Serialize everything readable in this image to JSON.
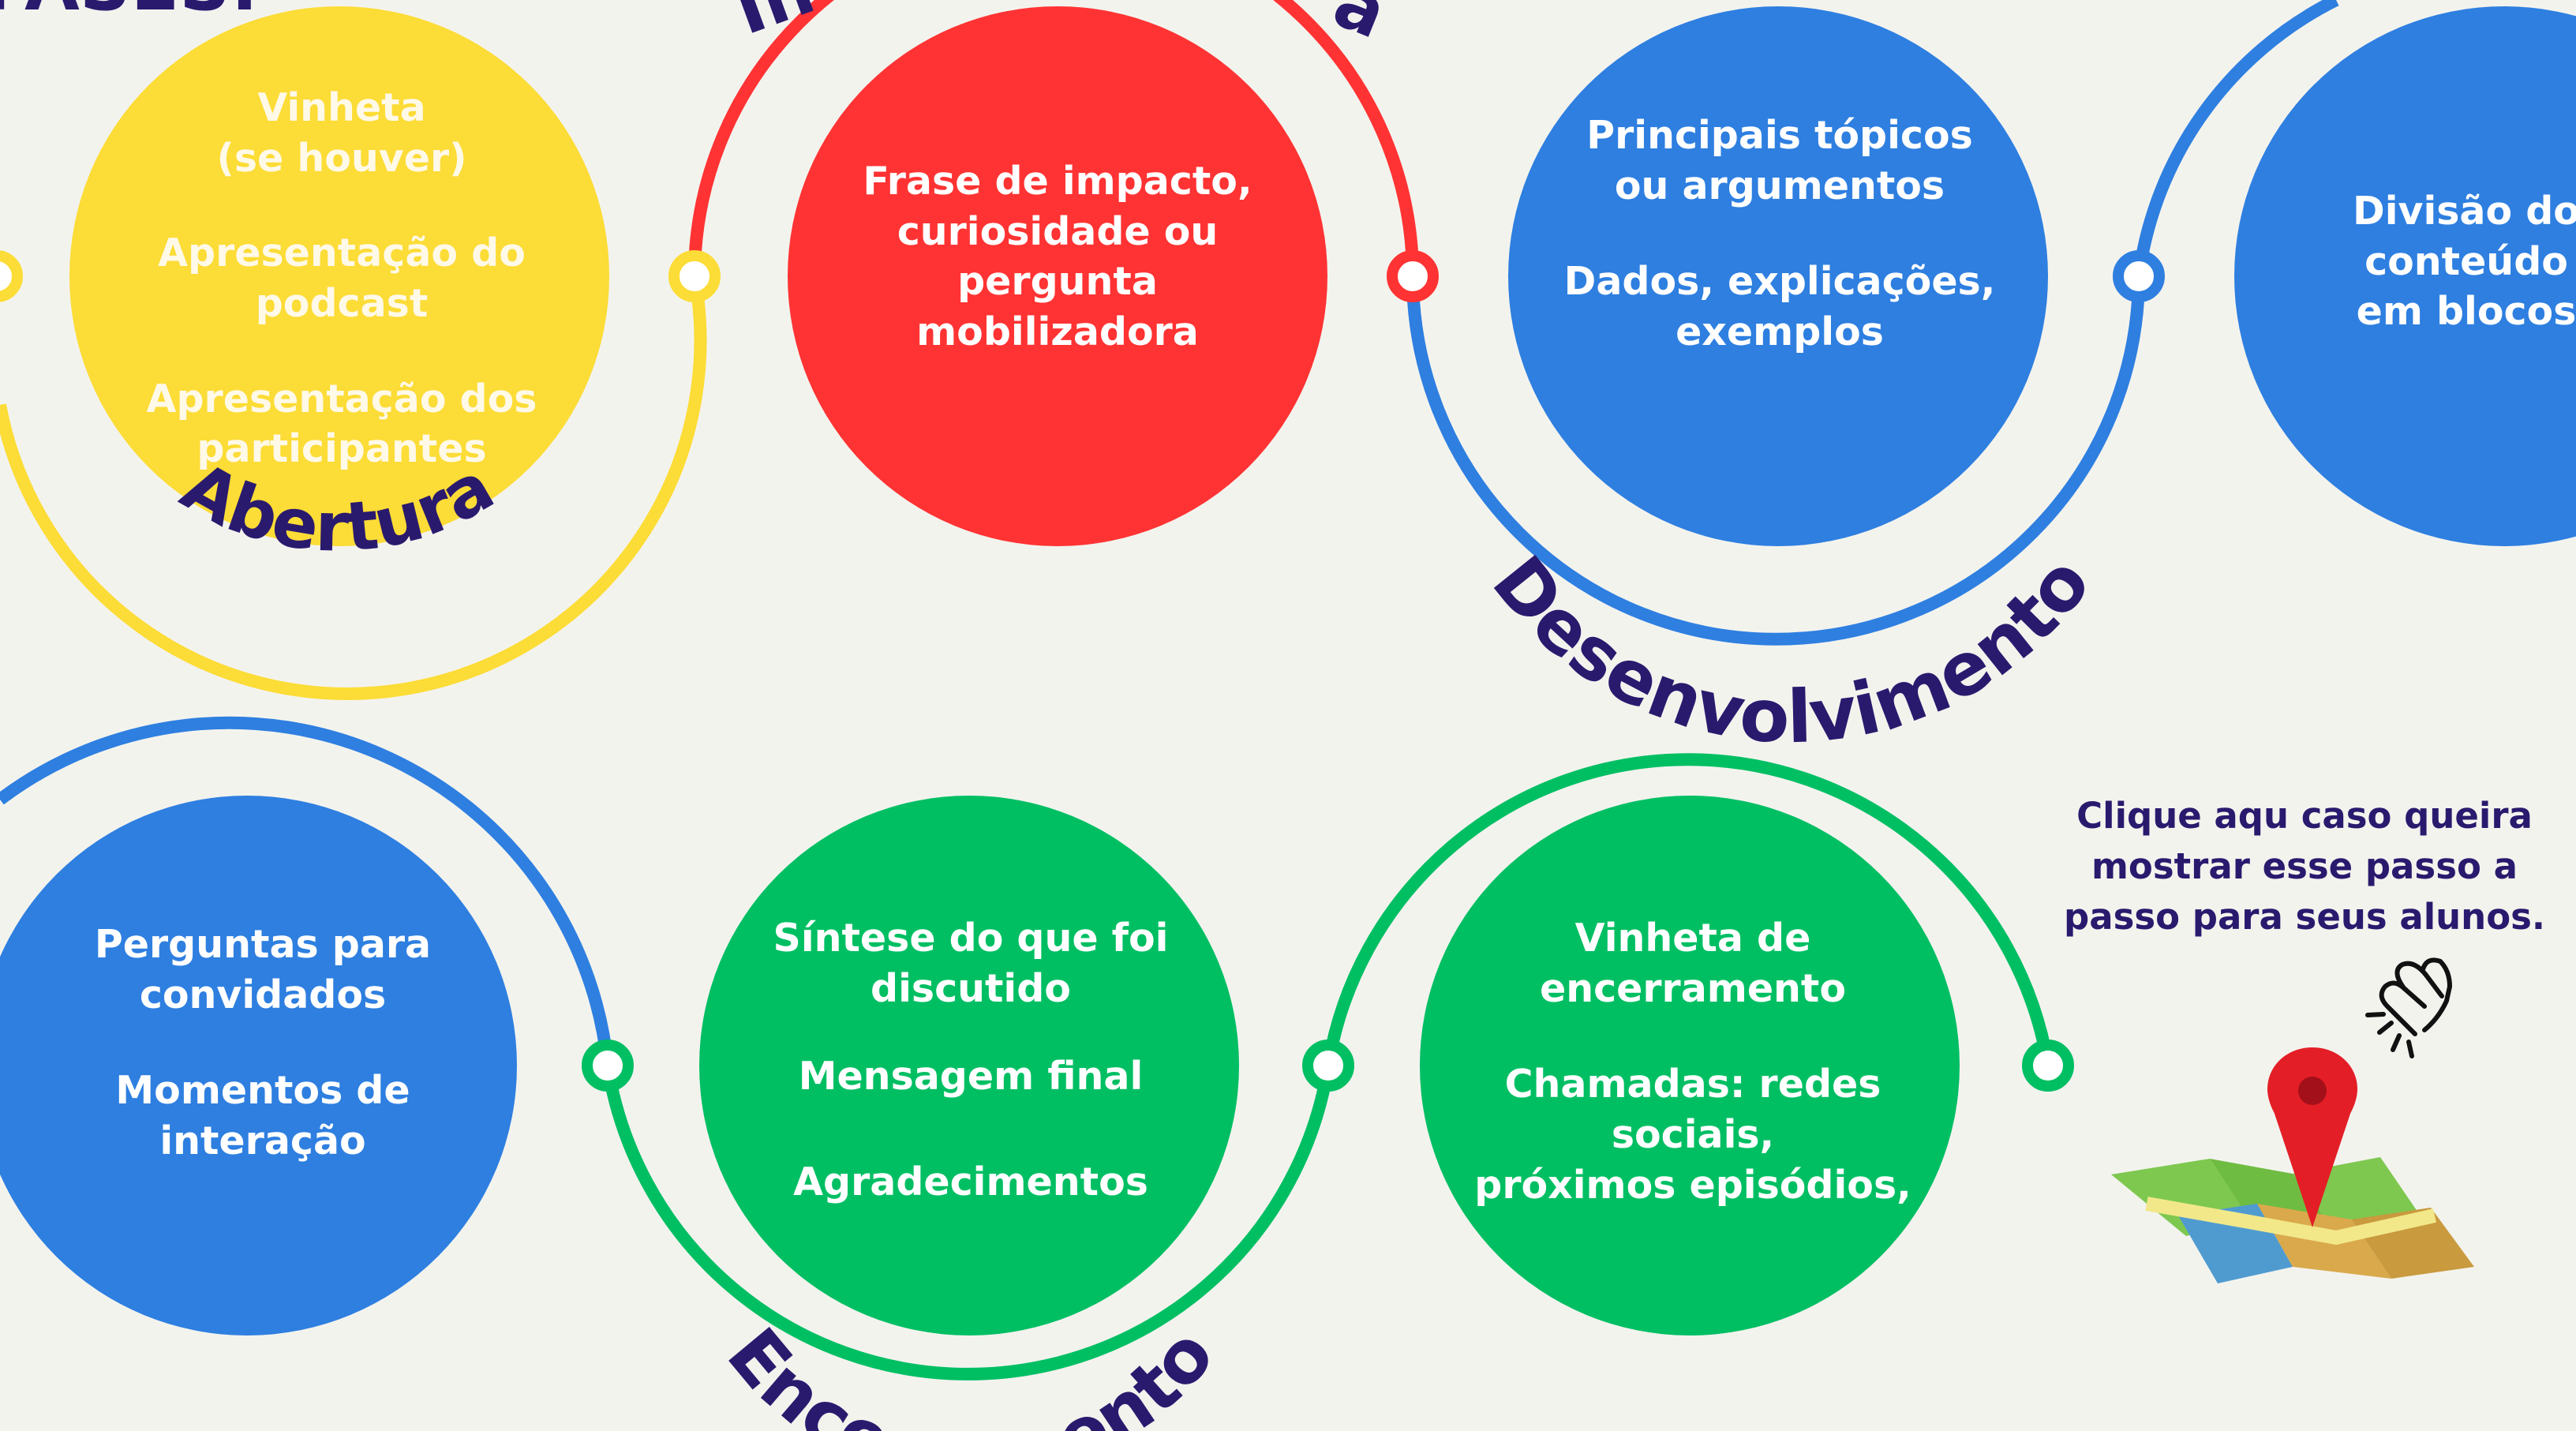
{
  "heading_fragment": "FASES:",
  "phases": {
    "abertura": {
      "title": "Abertura",
      "color": "#fcdc36",
      "items": [
        "Vinheta",
        "(se houver)",
        "Apresentação do podcast",
        "Apresentação dos",
        "participantes"
      ]
    },
    "introducao": {
      "title_fragment_left": "In",
      "title_fragment_right": "a",
      "color": "#ff3333",
      "items": [
        "Frase de impacto,",
        "curiosidade ou",
        "pergunta",
        "mobilizadora"
      ]
    },
    "desenvolvimento": {
      "title": "Desenvolvimento",
      "color": "#2e7fe0",
      "items": [
        "Principais tópicos",
        "ou argumentos",
        "Dados, explicações,",
        "exemplos"
      ]
    },
    "divisao": {
      "color": "#2e7fe0",
      "items": [
        "Divisão do",
        "conteúdo",
        "em blocos"
      ]
    },
    "perguntas": {
      "color": "#2e7fe0",
      "items": [
        "Perguntas para",
        "convidados",
        "Momentos de",
        "interação"
      ]
    },
    "encerramento": {
      "title": "Encerramento",
      "color": "#00bf63",
      "items": [
        "Síntese do que foi",
        "discutido",
        "Mensagem final",
        "Agradecimentos"
      ]
    },
    "vinheta_final": {
      "color": "#00bf63",
      "items": [
        "Vinheta de",
        "encerramento",
        "Chamadas: redes sociais,",
        "próximos episódios,"
      ]
    }
  },
  "call_to_action": {
    "lines": [
      "Clique aqu caso queira",
      "mostrar esse passo a",
      "passo para seus alunos."
    ],
    "icons": [
      "pointing-hand-icon",
      "map-pin-icon"
    ]
  },
  "colors": {
    "background": "#f3f3ee",
    "yellow": "#fcdc36",
    "red": "#ff3333",
    "blue": "#2e7fe0",
    "green": "#00bf63",
    "title_text": "#2a1a6e",
    "body_text": "#ffffff"
  }
}
